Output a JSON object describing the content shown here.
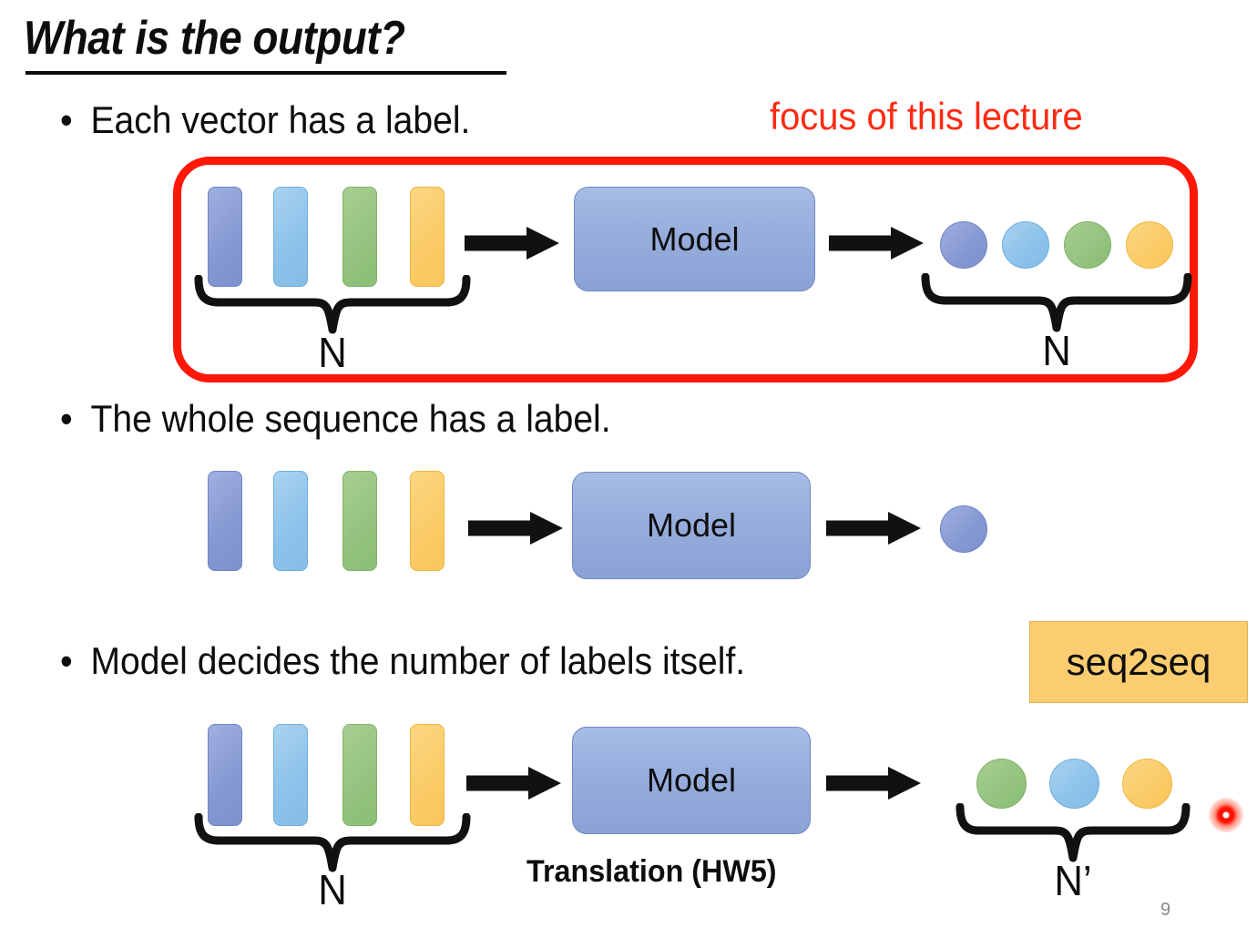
{
  "slide": {
    "title": "What is the output?",
    "page_number": "9",
    "accent_red": "#FF1708",
    "vector_colors": [
      "#8598D2",
      "#8CC2EA",
      "#93C37E",
      "#FACB66"
    ]
  },
  "focus_callout": {
    "label": "focus of this lecture",
    "color": "#FF2A12"
  },
  "bullets": [
    {
      "marker": "•",
      "text": "Each vector has a label."
    },
    {
      "marker": "•",
      "text": "The whole sequence has a label."
    },
    {
      "marker": "•",
      "text": "Model decides the number of labels itself."
    }
  ],
  "diagrams": [
    {
      "id": "n-to-n",
      "input_count": 4,
      "input_brace_label": "N",
      "model_label": "Model",
      "output_count": 4,
      "output_brace_label": "N",
      "output_shape": "circle",
      "highlighted": true
    },
    {
      "id": "n-to-one",
      "input_count": 4,
      "input_brace_label": "",
      "model_label": "Model",
      "output_count": 1,
      "output_brace_label": "",
      "output_shape": "circle",
      "highlighted": false
    },
    {
      "id": "n-to-n-prime",
      "input_count": 4,
      "input_brace_label": "N",
      "model_label": "Model",
      "model_caption": "Translation (HW5)",
      "output_count": 3,
      "output_brace_label": "N’",
      "output_shape": "circle",
      "highlighted": false
    }
  ],
  "seq2seq_tag": {
    "label": "seq2seq",
    "background": "#FBCD70"
  }
}
